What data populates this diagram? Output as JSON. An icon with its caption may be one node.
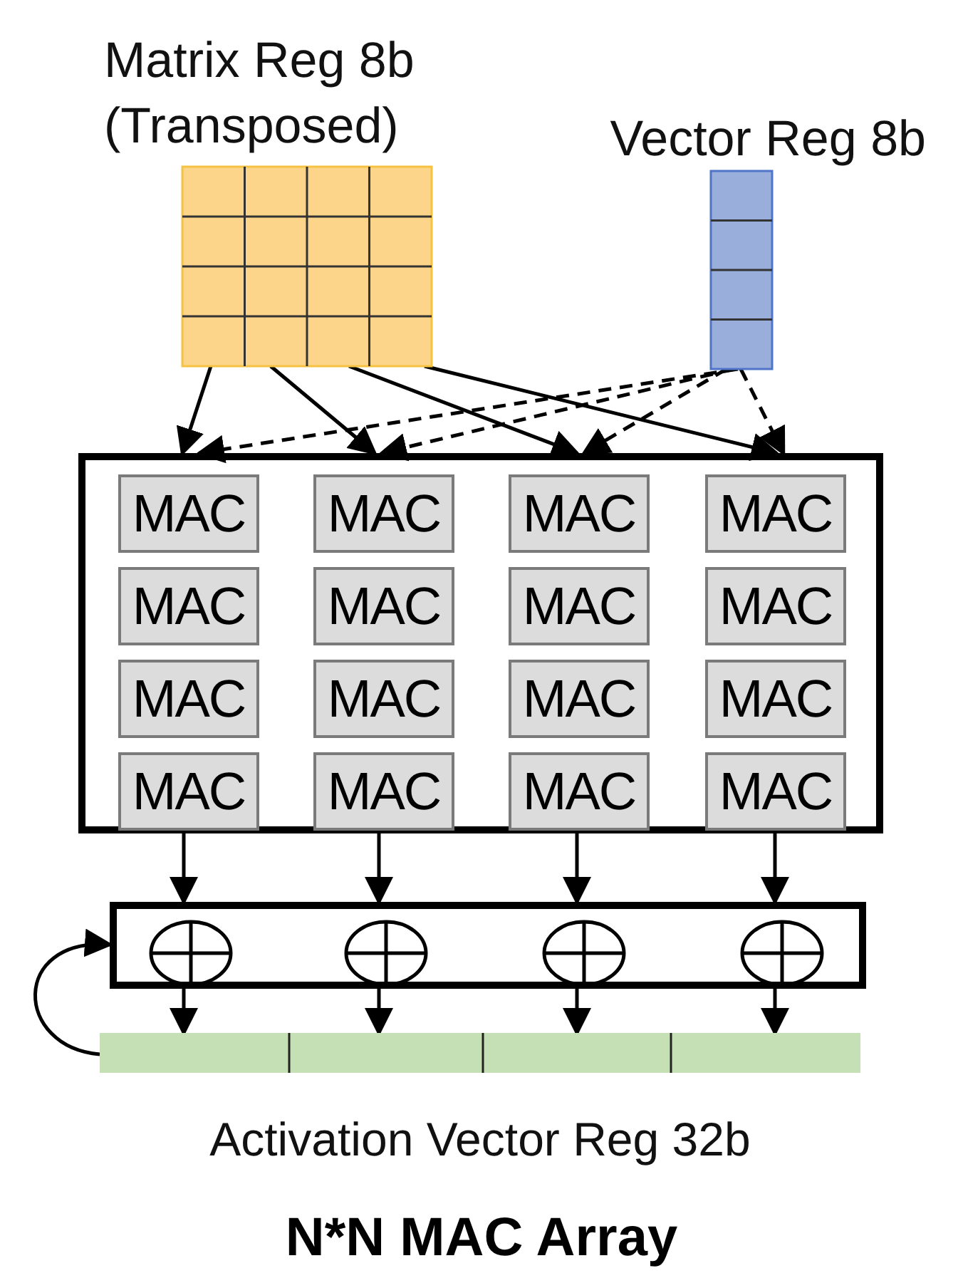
{
  "diagram": {
    "title": "N*N MAC Array",
    "nodes": [
      {
        "text": [
          "Matrix Reg 8b (Transposed)"
        ]
      },
      {
        "text": [
          "Vector Reg 8b"
        ]
      },
      {
        "text": [],
        "shape": "box"
      },
      {
        "text": [
          "MAC"
        ],
        "in": 2
      },
      {
        "text": [
          "MAC"
        ],
        "in": 2
      },
      {
        "text": [
          "MAC"
        ],
        "in": 2
      },
      {
        "text": [
          "MAC"
        ],
        "in": 2
      },
      {
        "text": [
          "MAC"
        ],
        "in": 2
      },
      {
        "text": [
          "MAC"
        ],
        "in": 2
      },
      {
        "text": [
          "MAC"
        ],
        "in": 2
      },
      {
        "text": [
          "MAC"
        ],
        "in": 2
      },
      {
        "text": [
          "MAC"
        ],
        "in": 2
      },
      {
        "text": [
          "MAC"
        ],
        "in": 2
      },
      {
        "text": [
          "MAC"
        ],
        "in": 2
      },
      {
        "text": [
          "MAC"
        ],
        "in": 2
      },
      {
        "text": [
          "MAC"
        ],
        "in": 2
      },
      {
        "text": [
          "MAC"
        ],
        "in": 2
      },
      {
        "text": [
          "MAC"
        ],
        "in": 2
      },
      {
        "text": [
          "MAC"
        ],
        "in": 2
      },
      {
        "text": [],
        "shape": "box"
      },
      {
        "text": [],
        "shape": "circle",
        "in": 19
      },
      {
        "text": [],
        "shape": "circle",
        "in": 19
      },
      {
        "text": [],
        "shape": "circle",
        "in": 19
      },
      {
        "text": [],
        "shape": "circle",
        "in": 19
      },
      {
        "text": [
          "Activation Vector Reg 32b"
        ]
      }
    ],
    "edges": [
      {
        "from": 0,
        "to": 2,
        "arrow": "to"
      },
      {
        "from": 0,
        "to": 2,
        "arrow": "to"
      },
      {
        "from": 0,
        "to": 2,
        "arrow": "to"
      },
      {
        "from": 0,
        "to": 2,
        "arrow": "to"
      },
      {
        "from": 1,
        "to": 2,
        "arrow": "to",
        "style": "dashed"
      },
      {
        "from": 1,
        "to": 2,
        "arrow": "to",
        "style": "dashed"
      },
      {
        "from": 1,
        "to": 2,
        "arrow": "to",
        "style": "dashed"
      },
      {
        "from": 1,
        "to": 2,
        "arrow": "to",
        "style": "dashed"
      },
      {
        "from": 2,
        "to": 19,
        "arrow": "to"
      },
      {
        "from": 2,
        "to": 19,
        "arrow": "to"
      },
      {
        "from": 2,
        "to": 19,
        "arrow": "to"
      },
      {
        "from": 2,
        "to": 19,
        "arrow": "to"
      },
      {
        "from": 19,
        "to": 24,
        "arrow": "to"
      },
      {
        "from": 19,
        "to": 24,
        "arrow": "to"
      },
      {
        "from": 19,
        "to": 24,
        "arrow": "to"
      },
      {
        "from": 19,
        "to": 24,
        "arrow": "to"
      },
      {
        "from": 24,
        "to": 19,
        "arrow": "to"
      }
    ]
  }
}
